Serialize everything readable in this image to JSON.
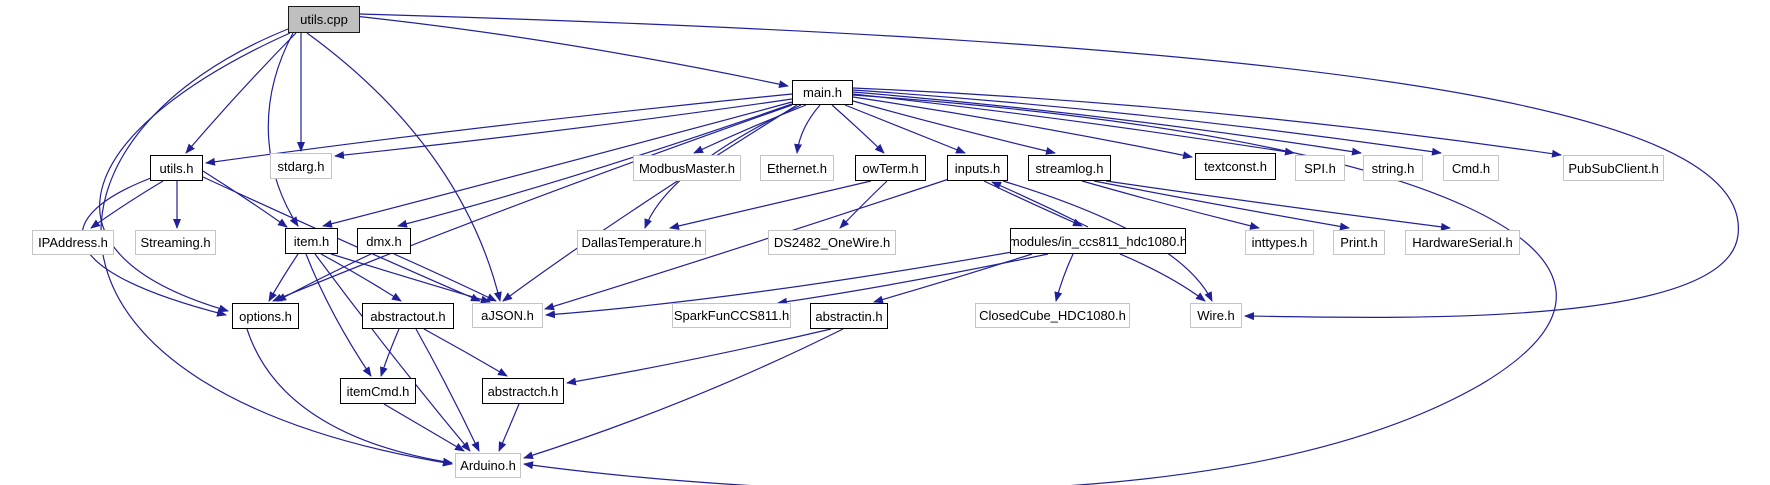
{
  "diagram": {
    "type": "include-dependency-graph",
    "root_file": "utils.cpp"
  },
  "colors": {
    "edge": "#20209a",
    "node_fill": "#ffffff",
    "root_node_fill": "#bfbfbf",
    "documented_border": "#000000",
    "external_border": "#c4c4c4",
    "text": "#000000",
    "background": "#ffffff"
  },
  "nodes": [
    {
      "id": "utils_cpp",
      "label": "utils.cpp",
      "kind": "root"
    },
    {
      "id": "main_h",
      "label": "main.h",
      "kind": "documented"
    },
    {
      "id": "utils_h",
      "label": "utils.h",
      "kind": "documented"
    },
    {
      "id": "stdarg_h",
      "label": "stdarg.h",
      "kind": "external"
    },
    {
      "id": "modbusmaster_h",
      "label": "ModbusMaster.h",
      "kind": "external"
    },
    {
      "id": "ethernet_h",
      "label": "Ethernet.h",
      "kind": "external"
    },
    {
      "id": "owterm_h",
      "label": "owTerm.h",
      "kind": "documented"
    },
    {
      "id": "inputs_h",
      "label": "inputs.h",
      "kind": "documented"
    },
    {
      "id": "streamlog_h",
      "label": "streamlog.h",
      "kind": "documented"
    },
    {
      "id": "textconst_h",
      "label": "textconst.h",
      "kind": "documented"
    },
    {
      "id": "spi_h",
      "label": "SPI.h",
      "kind": "external"
    },
    {
      "id": "string_h",
      "label": "string.h",
      "kind": "external"
    },
    {
      "id": "cmd_h",
      "label": "Cmd.h",
      "kind": "external"
    },
    {
      "id": "pubsubclient_h",
      "label": "PubSubClient.h",
      "kind": "external"
    },
    {
      "id": "ipaddress_h",
      "label": "IPAddress.h",
      "kind": "external"
    },
    {
      "id": "streaming_h",
      "label": "Streaming.h",
      "kind": "external"
    },
    {
      "id": "item_h",
      "label": "item.h",
      "kind": "documented"
    },
    {
      "id": "dmx_h",
      "label": "dmx.h",
      "kind": "documented"
    },
    {
      "id": "dallastemperature_h",
      "label": "DallasTemperature.h",
      "kind": "external"
    },
    {
      "id": "ds2482_onewire_h",
      "label": "DS2482_OneWire.h",
      "kind": "external"
    },
    {
      "id": "modules_in_ccs811_hdc1080_h",
      "label": "modules/in_ccs811_hdc1080.h",
      "kind": "documented"
    },
    {
      "id": "inttypes_h",
      "label": "inttypes.h",
      "kind": "external"
    },
    {
      "id": "print_h",
      "label": "Print.h",
      "kind": "external"
    },
    {
      "id": "hardwareserial_h",
      "label": "HardwareSerial.h",
      "kind": "external"
    },
    {
      "id": "options_h",
      "label": "options.h",
      "kind": "documented"
    },
    {
      "id": "abstractout_h",
      "label": "abstractout.h",
      "kind": "documented"
    },
    {
      "id": "ajson_h",
      "label": "aJSON.h",
      "kind": "external"
    },
    {
      "id": "sparkfunccs811_h",
      "label": "SparkFunCCS811.h",
      "kind": "external"
    },
    {
      "id": "abstractin_h",
      "label": "abstractin.h",
      "kind": "documented"
    },
    {
      "id": "closedcube_hdc1080_h",
      "label": "ClosedCube_HDC1080.h",
      "kind": "external"
    },
    {
      "id": "wire_h",
      "label": "Wire.h",
      "kind": "external"
    },
    {
      "id": "itemcmd_h",
      "label": "itemCmd.h",
      "kind": "documented"
    },
    {
      "id": "abstractch_h",
      "label": "abstractch.h",
      "kind": "documented"
    },
    {
      "id": "arduino_h",
      "label": "Arduino.h",
      "kind": "external"
    }
  ],
  "edges": [
    {
      "from": "utils_cpp",
      "to": "main_h"
    },
    {
      "from": "utils_cpp",
      "to": "utils_h"
    },
    {
      "from": "utils_cpp",
      "to": "stdarg_h"
    },
    {
      "from": "utils_cpp",
      "to": "item_h"
    },
    {
      "from": "utils_cpp",
      "to": "options_h"
    },
    {
      "from": "utils_cpp",
      "to": "ajson_h"
    },
    {
      "from": "utils_cpp",
      "to": "arduino_h"
    },
    {
      "from": "utils_cpp",
      "to": "wire_h"
    },
    {
      "from": "main_h",
      "to": "utils_h"
    },
    {
      "from": "main_h",
      "to": "stdarg_h"
    },
    {
      "from": "main_h",
      "to": "modbusmaster_h"
    },
    {
      "from": "main_h",
      "to": "ethernet_h"
    },
    {
      "from": "main_h",
      "to": "owterm_h"
    },
    {
      "from": "main_h",
      "to": "inputs_h"
    },
    {
      "from": "main_h",
      "to": "streamlog_h"
    },
    {
      "from": "main_h",
      "to": "textconst_h"
    },
    {
      "from": "main_h",
      "to": "spi_h"
    },
    {
      "from": "main_h",
      "to": "string_h"
    },
    {
      "from": "main_h",
      "to": "cmd_h"
    },
    {
      "from": "main_h",
      "to": "pubsubclient_h"
    },
    {
      "from": "main_h",
      "to": "dallastemperature_h"
    },
    {
      "from": "main_h",
      "to": "item_h"
    },
    {
      "from": "main_h",
      "to": "dmx_h"
    },
    {
      "from": "main_h",
      "to": "options_h"
    },
    {
      "from": "main_h",
      "to": "ajson_h"
    },
    {
      "from": "main_h",
      "to": "arduino_h"
    },
    {
      "from": "utils_h",
      "to": "ipaddress_h"
    },
    {
      "from": "utils_h",
      "to": "streaming_h"
    },
    {
      "from": "utils_h",
      "to": "options_h"
    },
    {
      "from": "utils_h",
      "to": "item_h"
    },
    {
      "from": "utils_h",
      "to": "ajson_h"
    },
    {
      "from": "owterm_h",
      "to": "dallastemperature_h"
    },
    {
      "from": "owterm_h",
      "to": "ds2482_onewire_h"
    },
    {
      "from": "inputs_h",
      "to": "modules_in_ccs811_hdc1080_h"
    },
    {
      "from": "inputs_h",
      "to": "ajson_h"
    },
    {
      "from": "inputs_h",
      "to": "wire_h"
    },
    {
      "from": "streamlog_h",
      "to": "inttypes_h"
    },
    {
      "from": "streamlog_h",
      "to": "print_h"
    },
    {
      "from": "streamlog_h",
      "to": "hardwareserial_h"
    },
    {
      "from": "modules_in_ccs811_hdc1080_h",
      "to": "inputs_h"
    },
    {
      "from": "modules_in_ccs811_hdc1080_h",
      "to": "sparkfunccs811_h"
    },
    {
      "from": "modules_in_ccs811_hdc1080_h",
      "to": "closedcube_hdc1080_h"
    },
    {
      "from": "modules_in_ccs811_hdc1080_h",
      "to": "wire_h"
    },
    {
      "from": "modules_in_ccs811_hdc1080_h",
      "to": "abstractin_h"
    },
    {
      "from": "modules_in_ccs811_hdc1080_h",
      "to": "ajson_h"
    },
    {
      "from": "item_h",
      "to": "options_h"
    },
    {
      "from": "item_h",
      "to": "itemcmd_h"
    },
    {
      "from": "item_h",
      "to": "ajson_h"
    },
    {
      "from": "item_h",
      "to": "abstractout_h"
    },
    {
      "from": "item_h",
      "to": "arduino_h"
    },
    {
      "from": "dmx_h",
      "to": "options_h"
    },
    {
      "from": "dmx_h",
      "to": "ajson_h"
    },
    {
      "from": "abstractout_h",
      "to": "itemcmd_h"
    },
    {
      "from": "abstractout_h",
      "to": "abstractch_h"
    },
    {
      "from": "abstractout_h",
      "to": "arduino_h"
    },
    {
      "from": "abstractin_h",
      "to": "abstractch_h"
    },
    {
      "from": "abstractin_h",
      "to": "arduino_h"
    },
    {
      "from": "itemcmd_h",
      "to": "arduino_h"
    },
    {
      "from": "abstractch_h",
      "to": "arduino_h"
    },
    {
      "from": "options_h",
      "to": "arduino_h"
    }
  ]
}
